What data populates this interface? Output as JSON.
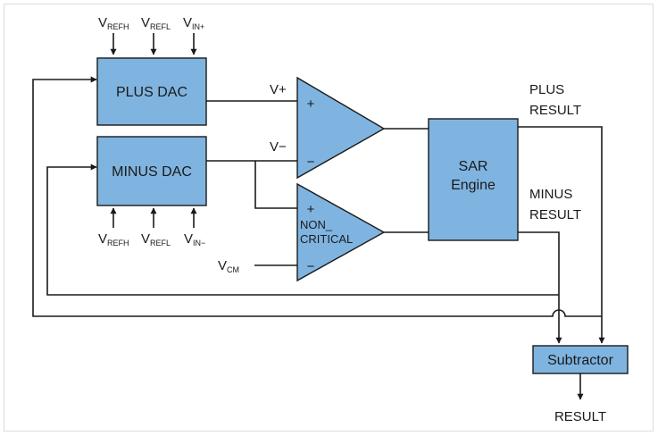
{
  "colors": {
    "block_fill": "#7fb4e0",
    "line": "#1a1a1a",
    "frame": "#dcdcdc"
  },
  "blocks": {
    "plus_dac": "PLUS DAC",
    "minus_dac": "MINUS DAC",
    "sar_line1": "SAR",
    "sar_line2": "Engine",
    "subtractor": "Subtractor"
  },
  "comparators": {
    "main": {
      "plus_sign": "+",
      "minus_sign": "−"
    },
    "noncritical": {
      "plus_sign": "+",
      "minus_sign": "−",
      "label_line1": "NON_",
      "label_line2": "CRITICAL"
    }
  },
  "plus_dac_inputs": [
    {
      "main": "V",
      "sub": "REFH"
    },
    {
      "main": "V",
      "sub": "REFL"
    },
    {
      "main": "V",
      "sub": "IN+"
    }
  ],
  "minus_dac_inputs": [
    {
      "main": "V",
      "sub": "REFH"
    },
    {
      "main": "V",
      "sub": "REFL"
    },
    {
      "main": "V",
      "sub": "IN−"
    }
  ],
  "signals": {
    "v_plus": "V+",
    "v_minus": "V−",
    "vcm_main": "V",
    "vcm_sub": "CM",
    "plus_result_line1": "PLUS",
    "plus_result_line2": "RESULT",
    "minus_result_line1": "MINUS",
    "minus_result_line2": "RESULT",
    "result": "RESULT"
  }
}
